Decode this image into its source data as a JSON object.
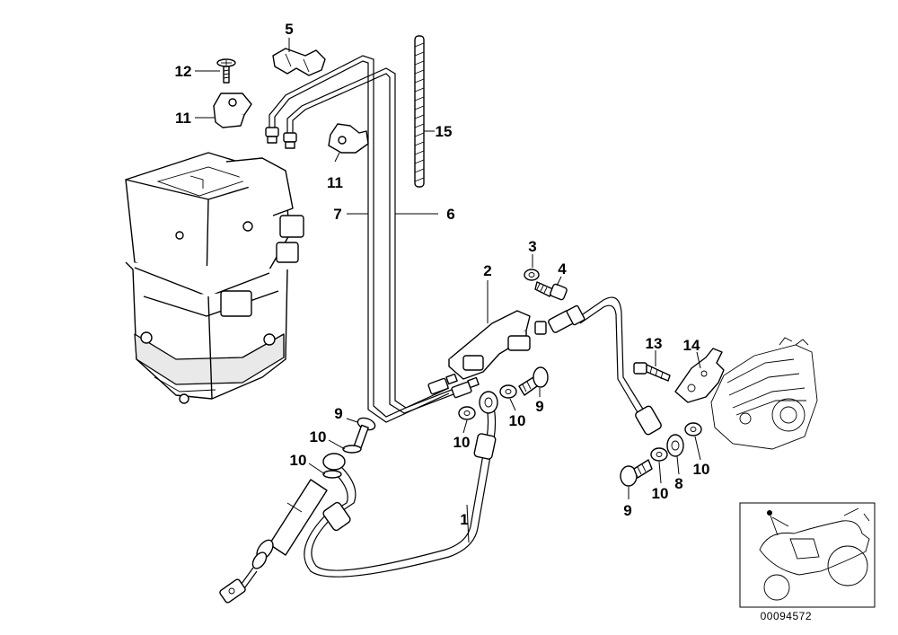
{
  "labels": {
    "p1": "1",
    "p2": "2",
    "p3": "3",
    "p4": "4",
    "p5": "5",
    "p6": "6",
    "p7": "7",
    "p8": "8",
    "p9a": "9",
    "p9b": "9",
    "p9c": "9",
    "p10a": "10",
    "p10b": "10",
    "p10c": "10",
    "p10d": "10",
    "p10e": "10",
    "p10f": "10",
    "p11a": "11",
    "p11b": "11",
    "p12": "12",
    "p13": "13",
    "p14": "14",
    "p15": "15"
  },
  "reference_number": "00094572",
  "icons": [
    "abs-pressure-modulator-icon",
    "brake-caliper-icon",
    "motorcycle-thumbnail-icon"
  ]
}
